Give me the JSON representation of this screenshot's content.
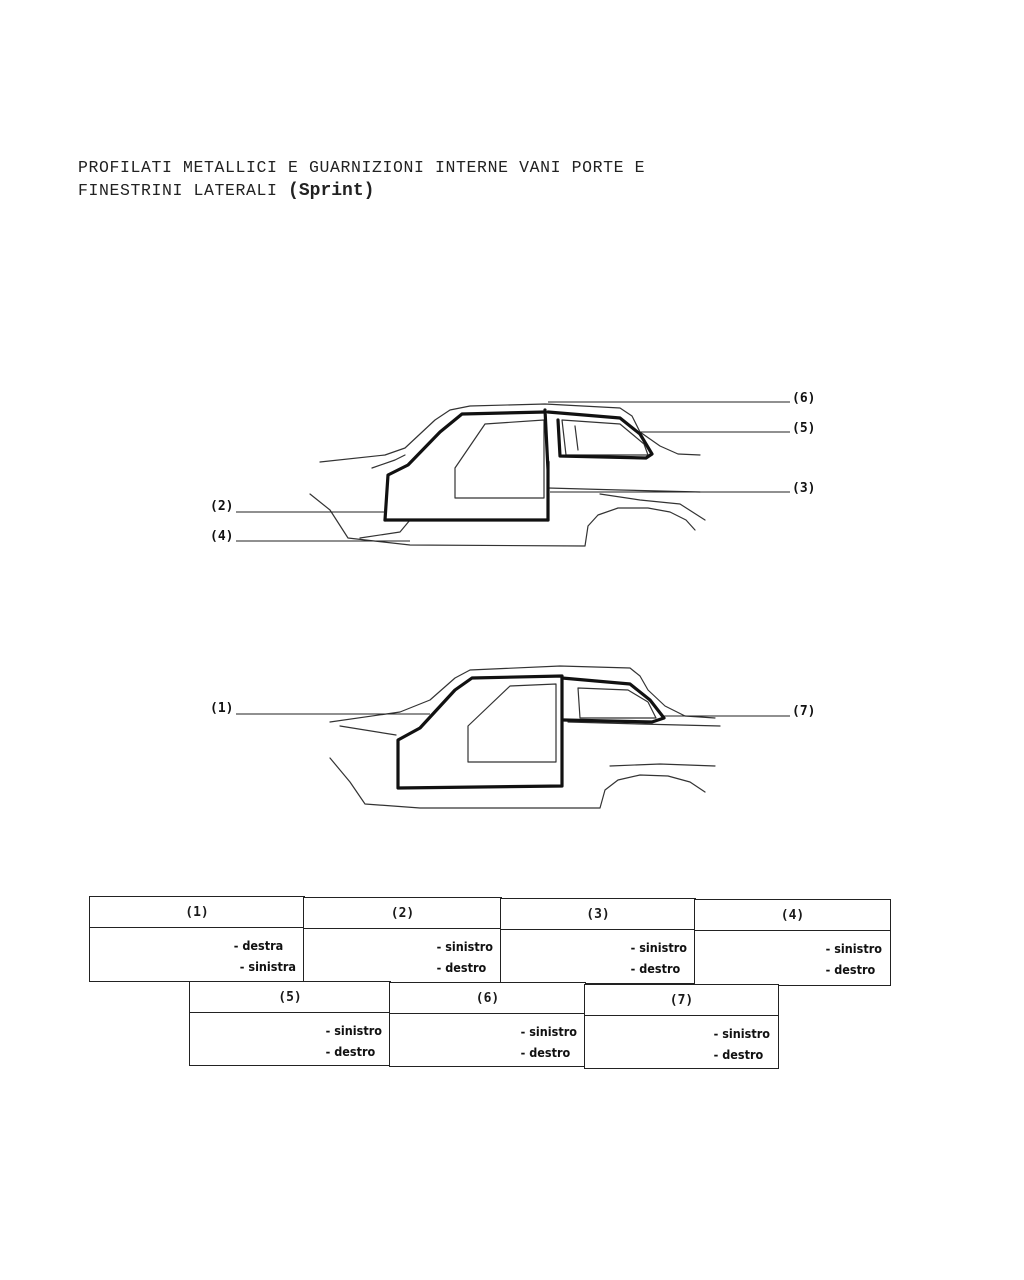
{
  "title": {
    "line1": "PROFILATI METALLICI E GUARNIZIONI INTERNE VANI PORTE E",
    "line2": "FINESTRINI LATERALI",
    "line2_em": "(Sprint)"
  },
  "callouts": {
    "c1": "(1)",
    "c2": "(2)",
    "c3": "(3)",
    "c4": "(4)",
    "c5": "(5)",
    "c6": "(6)",
    "c7": "(7)"
  },
  "legend": [
    {
      "label": "(1)",
      "options": [
        "- destra",
        "- sinistra"
      ]
    },
    {
      "label": "(2)",
      "options": [
        "- sinistro",
        "- destro"
      ]
    },
    {
      "label": "(3)",
      "options": [
        "- sinistro",
        "- destro"
      ]
    },
    {
      "label": "(4)",
      "options": [
        "- sinistro",
        "- destro"
      ]
    },
    {
      "label": "(5)",
      "options": [
        "- sinistro",
        "- destro"
      ]
    },
    {
      "label": "(6)",
      "options": [
        "- sinistro",
        "- destro"
      ]
    },
    {
      "label": "(7)",
      "options": [
        "- sinistro",
        "- destro"
      ]
    }
  ]
}
